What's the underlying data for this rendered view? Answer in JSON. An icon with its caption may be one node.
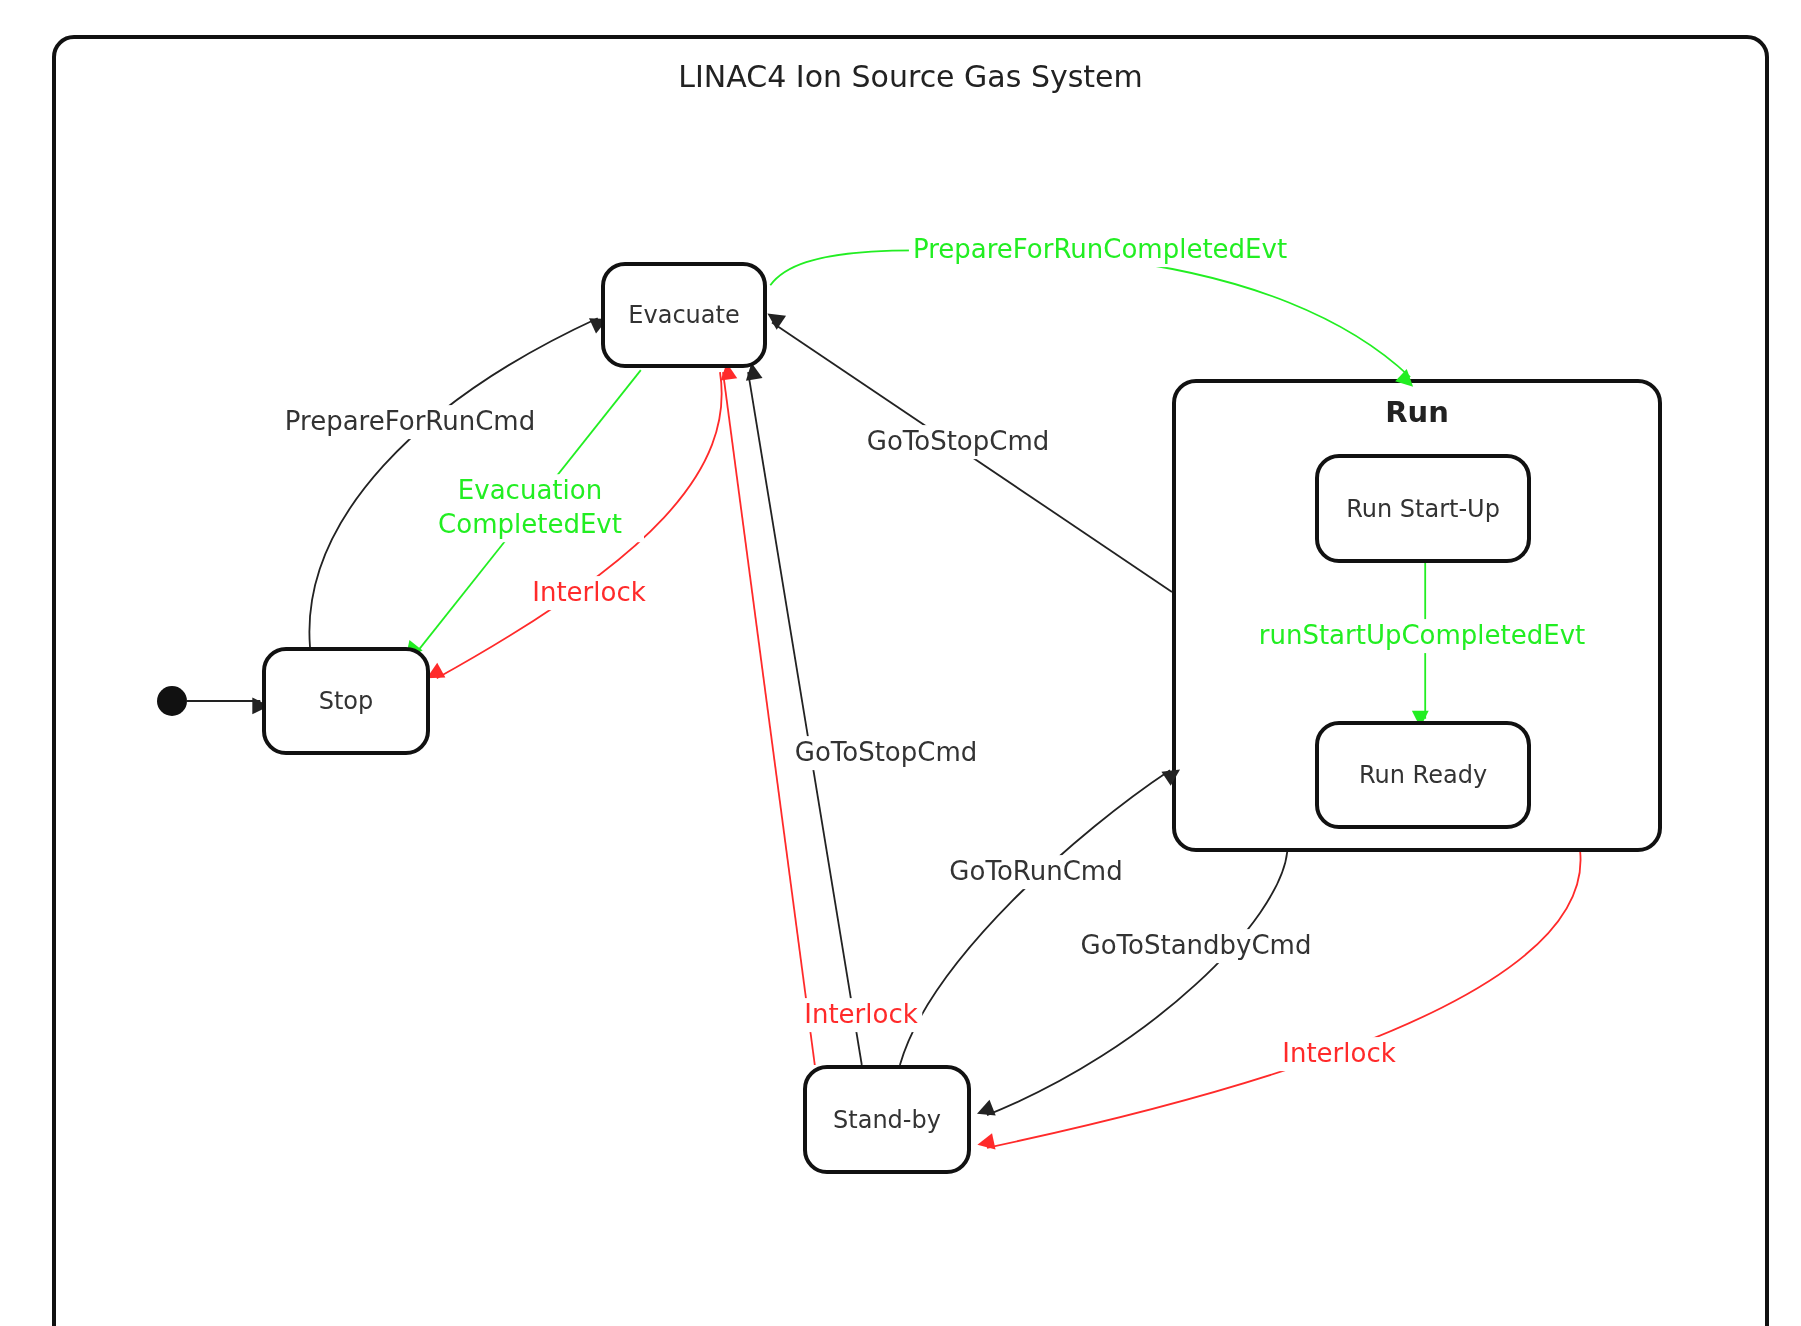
{
  "diagram": {
    "nodes": [
      {
        "text": [
          "LINAC4 Ion Source Gas System"
        ]
      },
      {
        "text": [
          "Evacuate"
        ],
        "in": 0
      },
      {
        "text": [
          "Run"
        ],
        "in": 0
      },
      {
        "text": [
          "Run Start-Up"
        ],
        "in": 2
      },
      {
        "text": [
          "Run Ready"
        ],
        "in": 2
      },
      {
        "text": [],
        "shape": "circle",
        "in": 0
      },
      {
        "text": [
          "Stop"
        ],
        "in": 0
      },
      {
        "text": [
          "Stand-by"
        ],
        "in": 0
      }
    ],
    "edges": [
      {
        "from": 5,
        "to": 6,
        "arrow": "to"
      },
      {
        "from": 6,
        "to": 1,
        "arrow": "to",
        "label": "PrepareForRunCmd"
      },
      {
        "from": 1,
        "to": 6,
        "arrow": "to",
        "label": "Evacuation CompletedEvt",
        "color": "#22ee22"
      },
      {
        "from": 1,
        "to": 6,
        "arrow": "to",
        "label": "Interlock",
        "color": "#ff2a2a"
      },
      {
        "from": 1,
        "to": 2,
        "arrow": "to",
        "label": "PrepareForRunCompletedEvt",
        "color": "#22ee22"
      },
      {
        "from": 2,
        "to": 1,
        "arrow": "to",
        "label": "GoToStopCmd"
      },
      {
        "from": 7,
        "to": 1,
        "arrow": "to",
        "label": "GoToStopCmd"
      },
      {
        "from": 7,
        "to": 1,
        "arrow": "to",
        "label": "Interlock",
        "color": "#ff2a2a"
      },
      {
        "from": 7,
        "to": 2,
        "arrow": "to",
        "label": "GoToRunCmd"
      },
      {
        "from": 3,
        "to": 4,
        "arrow": "to",
        "label": "runStartUpCompletedEvt",
        "color": "#22ee22"
      },
      {
        "from": 2,
        "to": 7,
        "arrow": "to",
        "label": "GoToStandbyCmd"
      },
      {
        "from": 2,
        "to": 7,
        "arrow": "to",
        "label": "Interlock",
        "color": "#ff2a2a"
      }
    ]
  }
}
